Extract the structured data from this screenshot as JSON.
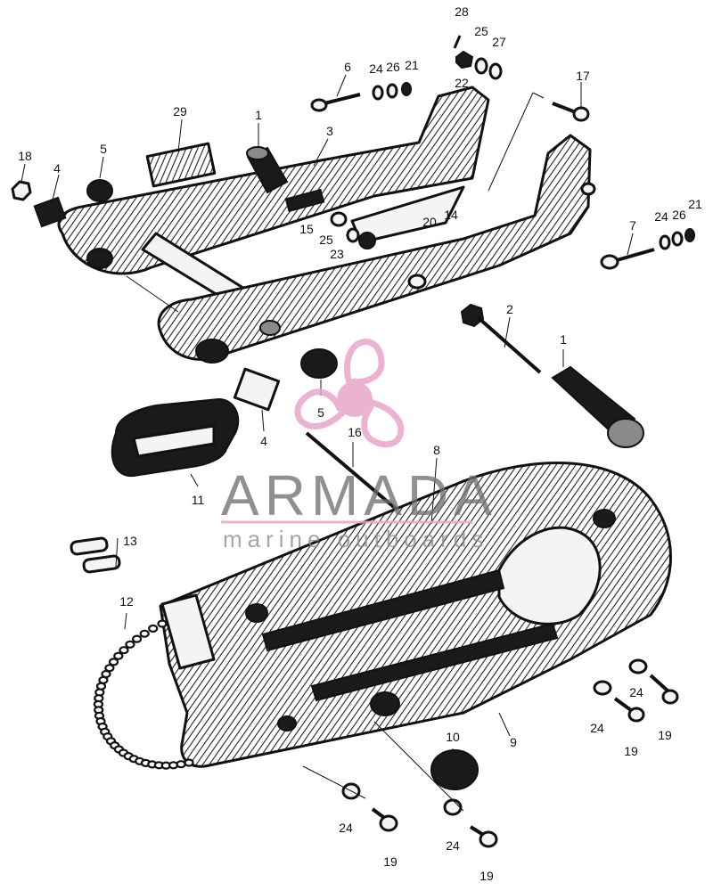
{
  "watermark": {
    "title": "ARMADA",
    "subtitle": "marine outboards",
    "logo_icon": "propeller-icon",
    "logo_color": "#e8a6c8"
  },
  "callouts": [
    {
      "id": "28",
      "label": "28"
    },
    {
      "id": "25a",
      "label": "25"
    },
    {
      "id": "27",
      "label": "27"
    },
    {
      "id": "6",
      "label": "6"
    },
    {
      "id": "24a",
      "label": "24"
    },
    {
      "id": "26a",
      "label": "26"
    },
    {
      "id": "21a",
      "label": "21"
    },
    {
      "id": "22",
      "label": "22"
    },
    {
      "id": "17",
      "label": "17"
    },
    {
      "id": "29",
      "label": "29"
    },
    {
      "id": "1a",
      "label": "1"
    },
    {
      "id": "3",
      "label": "3"
    },
    {
      "id": "18",
      "label": "18"
    },
    {
      "id": "5a",
      "label": "5"
    },
    {
      "id": "4a",
      "label": "4"
    },
    {
      "id": "15",
      "label": "15"
    },
    {
      "id": "14",
      "label": "14"
    },
    {
      "id": "20",
      "label": "20"
    },
    {
      "id": "25b",
      "label": "25"
    },
    {
      "id": "23",
      "label": "23"
    },
    {
      "id": "24b",
      "label": "24"
    },
    {
      "id": "26b",
      "label": "26"
    },
    {
      "id": "21b",
      "label": "21"
    },
    {
      "id": "7",
      "label": "7"
    },
    {
      "id": "2",
      "label": "2"
    },
    {
      "id": "1b",
      "label": "1"
    },
    {
      "id": "5b",
      "label": "5"
    },
    {
      "id": "4b",
      "label": "4"
    },
    {
      "id": "16",
      "label": "16"
    },
    {
      "id": "8",
      "label": "8"
    },
    {
      "id": "11",
      "label": "11"
    },
    {
      "id": "13",
      "label": "13"
    },
    {
      "id": "12",
      "label": "12"
    },
    {
      "id": "24c",
      "label": "24"
    },
    {
      "id": "24d",
      "label": "24"
    },
    {
      "id": "19a",
      "label": "19"
    },
    {
      "id": "19b",
      "label": "19"
    },
    {
      "id": "10",
      "label": "10"
    },
    {
      "id": "9",
      "label": "9"
    },
    {
      "id": "24e",
      "label": "24"
    },
    {
      "id": "19c",
      "label": "19"
    },
    {
      "id": "24f",
      "label": "24"
    },
    {
      "id": "19d",
      "label": "19"
    }
  ]
}
